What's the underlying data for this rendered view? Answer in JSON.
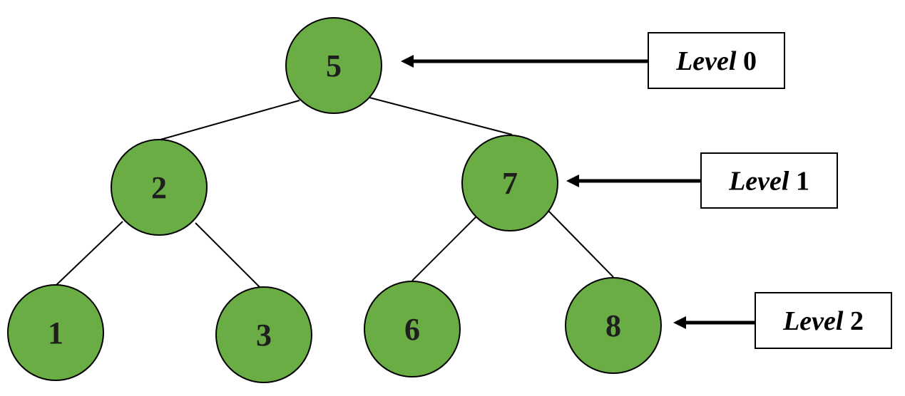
{
  "colors": {
    "node_fill": "#6aad45",
    "node_stroke": "#000000",
    "node_text": "#1e1e1e",
    "edge": "#000000",
    "box_fill": "#ffffff"
  },
  "tree": {
    "nodes": [
      {
        "id": "n5",
        "label": "5",
        "level": 0
      },
      {
        "id": "n2",
        "label": "2",
        "level": 1
      },
      {
        "id": "n7",
        "label": "7",
        "level": 1
      },
      {
        "id": "n1",
        "label": "1",
        "level": 2
      },
      {
        "id": "n3",
        "label": "3",
        "level": 2
      },
      {
        "id": "n6",
        "label": "6",
        "level": 2
      },
      {
        "id": "n8",
        "label": "8",
        "level": 2
      }
    ],
    "edges": [
      {
        "from": "n5",
        "to": "n2"
      },
      {
        "from": "n5",
        "to": "n7"
      },
      {
        "from": "n2",
        "to": "n1"
      },
      {
        "from": "n2",
        "to": "n3"
      },
      {
        "from": "n7",
        "to": "n6"
      },
      {
        "from": "n7",
        "to": "n8"
      }
    ]
  },
  "levels": [
    {
      "word": "Level",
      "number": "0"
    },
    {
      "word": "Level",
      "number": "1"
    },
    {
      "word": "Level",
      "number": "2"
    }
  ]
}
